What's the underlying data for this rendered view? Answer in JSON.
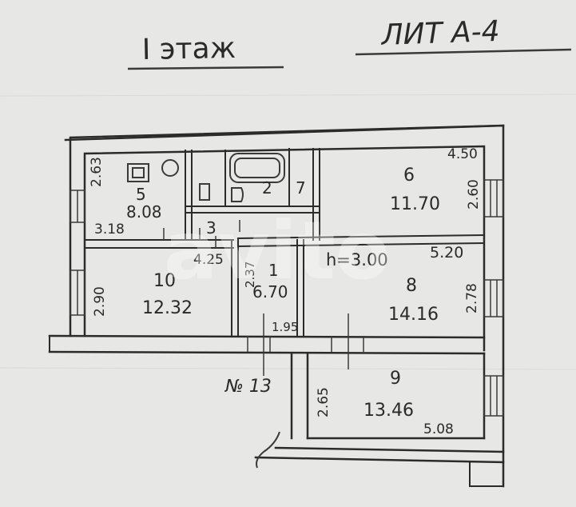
{
  "header": {
    "floor_label": "I этаж",
    "sheet_label": "ЛИТ А-4"
  },
  "plan": {
    "height_label": "h=3.00",
    "stair_label": "№ 13",
    "rooms": [
      {
        "number": "1",
        "area": "6.70"
      },
      {
        "number": "2",
        "area": ""
      },
      {
        "number": "3",
        "area": ""
      },
      {
        "number": "5",
        "area": "8.08"
      },
      {
        "number": "6",
        "area": "11.70"
      },
      {
        "number": "7",
        "area": ""
      },
      {
        "number": "8",
        "area": "14.16"
      },
      {
        "number": "9",
        "area": "13.46"
      },
      {
        "number": "10",
        "area": "12.32"
      }
    ],
    "dimensions": [
      "2.63",
      "3.18",
      "4.25",
      "2.37",
      "2.90",
      "1.95",
      "4.50",
      "2.60",
      "5.20",
      "2.78",
      "2.65",
      "5.08"
    ]
  },
  "watermark": "avito"
}
